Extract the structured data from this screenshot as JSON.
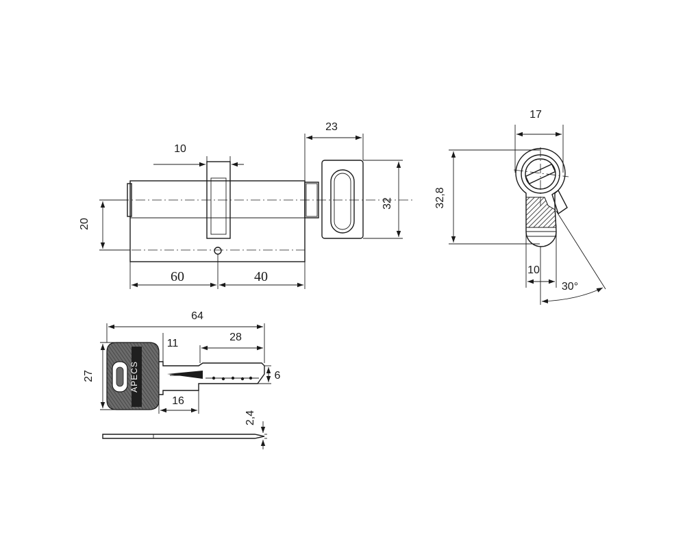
{
  "cylinder_front": {
    "dim_width_left": "60",
    "dim_width_right": "40",
    "dim_cam_width": "10",
    "dim_height": "20",
    "dim_knob_length": "23",
    "dim_knob_height": "32"
  },
  "cylinder_side": {
    "dim_top_width": "17",
    "dim_height": "32,8",
    "dim_bottom_width": "10",
    "dim_angle": "30°"
  },
  "key": {
    "brand": "APECS",
    "dim_total_length": "64",
    "dim_head_height": "27",
    "dim_shoulder": "11",
    "dim_blade_cut": "28",
    "dim_blade_height": "6",
    "dim_bow_offset": "16",
    "dim_thickness": "2,4"
  }
}
